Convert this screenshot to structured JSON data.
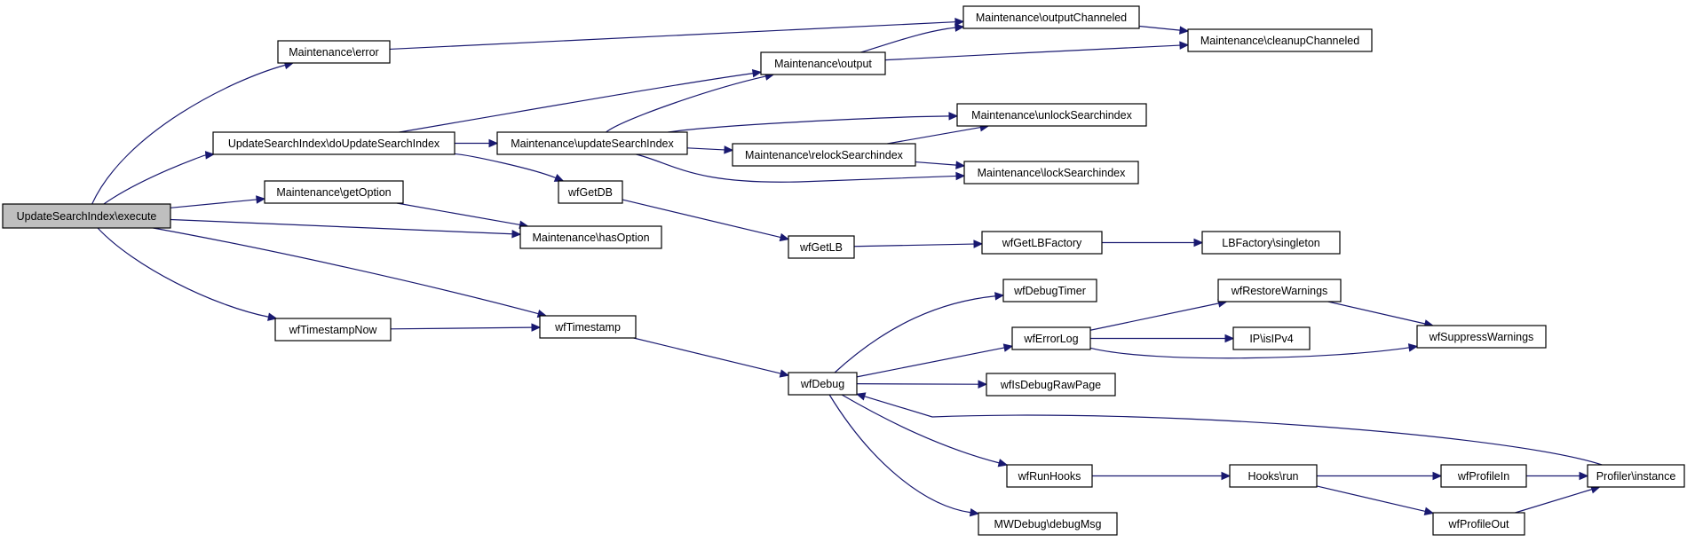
{
  "nodes": {
    "execute": "UpdateSearchIndex\\execute",
    "error": "Maintenance\\error",
    "doUpdate": "UpdateSearchIndex\\doUpdateSearchIndex",
    "getOption": "Maintenance\\getOption",
    "tsNow": "wfTimestampNow",
    "hasOption": "Maintenance\\hasOption",
    "timestamp": "wfTimestamp",
    "updateSI": "Maintenance\\updateSearchIndex",
    "getDB": "wfGetDB",
    "output": "Maintenance\\output",
    "outCh": "Maintenance\\outputChanneled",
    "cleanup": "Maintenance\\cleanupChanneled",
    "unlock": "Maintenance\\unlockSearchindex",
    "relock": "Maintenance\\relockSearchindex",
    "lock": "Maintenance\\lockSearchindex",
    "getLB": "wfGetLB",
    "getLBF": "wfGetLBFactory",
    "lbSingleton": "LBFactory\\singleton",
    "debug": "wfDebug",
    "debugTimer": "wfDebugTimer",
    "errorLog": "wfErrorLog",
    "isDebugRaw": "wfIsDebugRawPage",
    "runHooks": "wfRunHooks",
    "mwDebug": "MWDebug\\debugMsg",
    "restoreW": "wfRestoreWarnings",
    "isIPv4": "IP\\isIPv4",
    "suppressW": "wfSuppressWarnings",
    "hooksRun": "Hooks\\run",
    "profileIn": "wfProfileIn",
    "profileOut": "wfProfileOut",
    "profiler": "Profiler\\instance"
  },
  "colors": {
    "edge": "#191970",
    "node_fill": "#ffffff",
    "root_fill": "#bfbfbf",
    "node_border": "#000000"
  }
}
